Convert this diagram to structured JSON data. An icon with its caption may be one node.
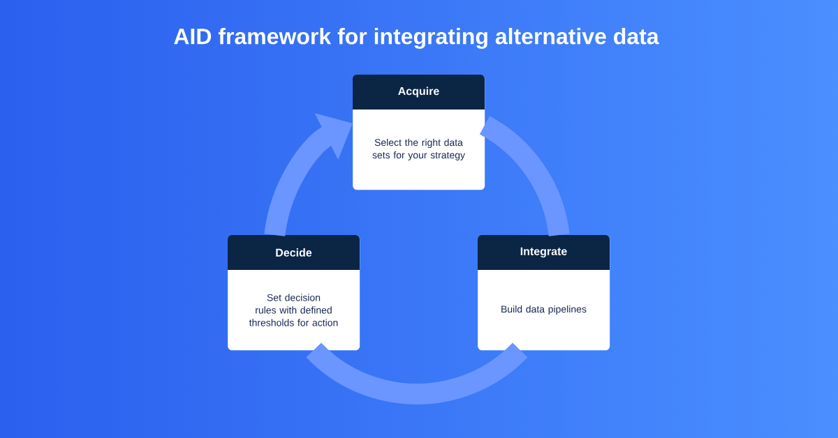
{
  "diagram": {
    "title": "AID framework for integrating alternative data",
    "nodes": [
      {
        "text": [
          "Acquire",
          "Select the right data sets for your strategy"
        ]
      },
      {
        "text": [
          "Integrate",
          "Build data pipelines"
        ]
      },
      {
        "text": [
          "Decide",
          "Set decision rules with defined thresholds for action"
        ]
      }
    ],
    "edges": [
      {
        "from": 0,
        "to": 1,
        "arrow": "none"
      },
      {
        "from": 1,
        "to": 2,
        "arrow": "none"
      },
      {
        "from": 2,
        "to": 0,
        "arrow": "to"
      }
    ]
  }
}
